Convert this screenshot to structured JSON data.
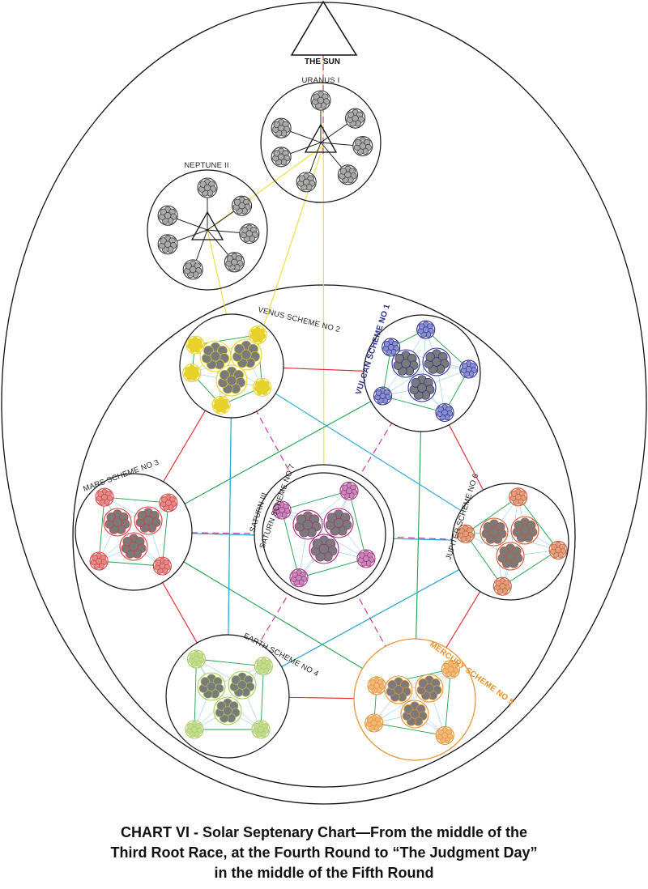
{
  "labels": {
    "sun": "THE SUN",
    "uranus": "URANUS I",
    "neptune": "NEPTUNE II",
    "venus": "VENUS SCHEME NO 2",
    "vulcan": "VULCAN SCHEME NO 1",
    "mars": "MARS SCHEME NO 3",
    "saturn_a": "SATURN III",
    "saturn_b": "SATURN SCHEME NO 7",
    "jupiter": "JUPITER SCHEME NO 6",
    "earth": "EARTH SCHEME NO 4",
    "mercury": "MERCURY SCHEME NO 5"
  },
  "caption": {
    "line1": "CHART VI - Solar Septenary Chart—From the middle of the",
    "line2": "Third Root Race, at the Fourth Round to “The Judgment Day”",
    "line3": "in the middle of the Fifth Round"
  },
  "colors": {
    "outline": "#111111",
    "red_link": "#e8212a",
    "green_link": "#1aa34a",
    "blue_link": "#29a9e0",
    "yellow_link": "#f2dc30",
    "magenta_dashed": "#c0309a",
    "vulcan": "#2b2f8f",
    "venus": "#e6d22a",
    "mars": "#d93a3a",
    "saturn": "#a1287e",
    "jupiter": "#c9562f",
    "earth": "#a8c95a",
    "mercury": "#e8902a",
    "uranus_neptune": "#333333"
  }
}
